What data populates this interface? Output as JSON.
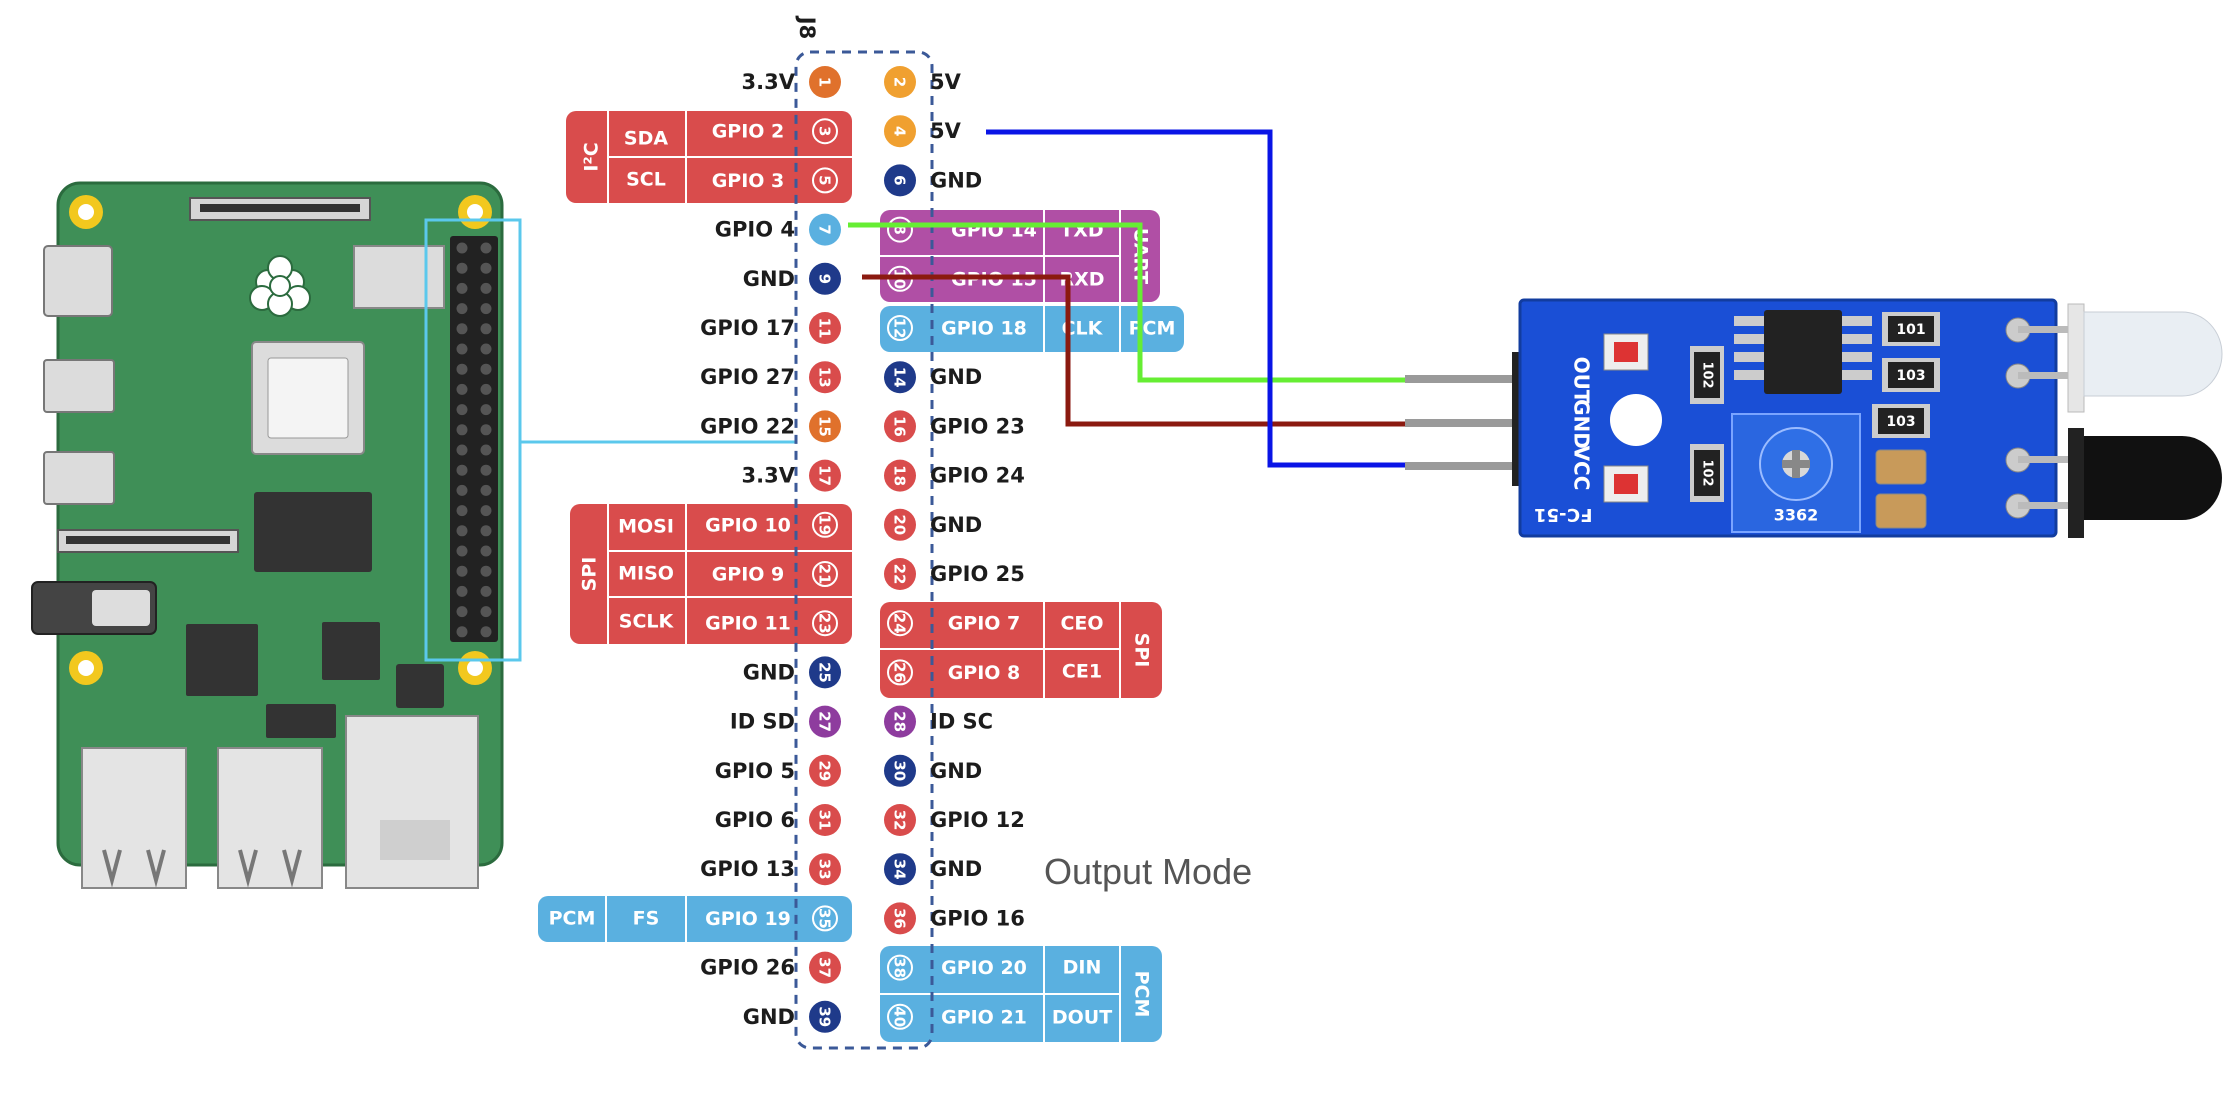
{
  "header": {
    "label": "J8"
  },
  "pins": [
    {
      "n": "1",
      "label": "3.3V",
      "color": "#e0712c"
    },
    {
      "n": "2",
      "label": "5V",
      "color": "#f0a030"
    },
    {
      "n": "3",
      "label": "GPIO 2",
      "color": "#d94c4c",
      "ring": true
    },
    {
      "n": "4",
      "label": "5V",
      "color": "#f0a030"
    },
    {
      "n": "5",
      "label": "GPIO 3",
      "color": "#d94c4c",
      "ring": true
    },
    {
      "n": "6",
      "label": "GND",
      "color": "#1f3a8a"
    },
    {
      "n": "7",
      "label": "GPIO 4",
      "color": "#5ab0e0"
    },
    {
      "n": "8",
      "label": "GPIO 14",
      "color": "#b04fa5",
      "ring": true
    },
    {
      "n": "9",
      "label": "GND",
      "color": "#1f3a8a"
    },
    {
      "n": "10",
      "label": "GPIO 15",
      "color": "#b04fa5",
      "ring": true
    },
    {
      "n": "11",
      "label": "GPIO 17",
      "color": "#d94c4c"
    },
    {
      "n": "12",
      "label": "GPIO 18",
      "color": "#5ab0e0",
      "ring": true
    },
    {
      "n": "13",
      "label": "GPIO 27",
      "color": "#d94c4c"
    },
    {
      "n": "14",
      "label": "GND",
      "color": "#1f3a8a"
    },
    {
      "n": "15",
      "label": "GPIO 22",
      "color": "#e0712c"
    },
    {
      "n": "16",
      "label": "GPIO 23",
      "color": "#d94c4c"
    },
    {
      "n": "17",
      "label": "3.3V",
      "color": "#d94c4c"
    },
    {
      "n": "18",
      "label": "GPIO 24",
      "color": "#d94c4c"
    },
    {
      "n": "19",
      "label": "GPIO 10",
      "color": "#d94c4c",
      "ring": true
    },
    {
      "n": "20",
      "label": "GND",
      "color": "#d94c4c"
    },
    {
      "n": "21",
      "label": "GPIO 9",
      "color": "#d94c4c",
      "ring": true
    },
    {
      "n": "22",
      "label": "GPIO 25",
      "color": "#d94c4c"
    },
    {
      "n": "23",
      "label": "GPIO 11",
      "color": "#d94c4c",
      "ring": true
    },
    {
      "n": "24",
      "label": "GPIO 7",
      "color": "#d94c4c",
      "ring": true
    },
    {
      "n": "25",
      "label": "GND",
      "color": "#1f3a8a"
    },
    {
      "n": "26",
      "label": "GPIO 8",
      "color": "#d94c4c",
      "ring": true
    },
    {
      "n": "27",
      "label": "ID SD",
      "color": "#8e3c9e"
    },
    {
      "n": "28",
      "label": "ID SC",
      "color": "#8e3c9e"
    },
    {
      "n": "29",
      "label": "GPIO 5",
      "color": "#d94c4c"
    },
    {
      "n": "30",
      "label": "GND",
      "color": "#1f3a8a"
    },
    {
      "n": "31",
      "label": "GPIO 6",
      "color": "#d94c4c"
    },
    {
      "n": "32",
      "label": "GPIO 12",
      "color": "#d94c4c"
    },
    {
      "n": "33",
      "label": "GPIO 13",
      "color": "#d94c4c"
    },
    {
      "n": "34",
      "label": "GND",
      "color": "#1f3a8a"
    },
    {
      "n": "35",
      "label": "GPIO 19",
      "color": "#5ab0e0",
      "ring": true
    },
    {
      "n": "36",
      "label": "GPIO 16",
      "color": "#d94c4c"
    },
    {
      "n": "37",
      "label": "GPIO 26",
      "color": "#d94c4c"
    },
    {
      "n": "38",
      "label": "GPIO 20",
      "color": "#5ab0e0",
      "ring": true
    },
    {
      "n": "39",
      "label": "GND",
      "color": "#1f3a8a"
    },
    {
      "n": "40",
      "label": "GPIO 21",
      "color": "#5ab0e0",
      "ring": true
    }
  ],
  "groups": {
    "i2c": {
      "name": "I²C",
      "sda": "SDA",
      "scl": "SCL",
      "color": "#d94c4c"
    },
    "uart": {
      "name": "UART",
      "txd": "TXD",
      "rxd": "RXD",
      "color": "#b04fa5"
    },
    "pcm_clk": {
      "name": "PCM",
      "clk": "CLK",
      "color": "#5ab0e0"
    },
    "spi0": {
      "name": "SPI",
      "mosi": "MOSI",
      "miso": "MISO",
      "sclk": "SCLK",
      "ceo": "CEO",
      "ce1": "CE1",
      "color": "#d94c4c"
    },
    "pcm_fs": {
      "name": "PCM",
      "fs": "FS",
      "color": "#5ab0e0"
    },
    "pcm_data": {
      "name": "PCM",
      "din": "DIN",
      "dout": "DOUT",
      "color": "#5ab0e0"
    }
  },
  "sensor": {
    "pins": [
      "OUT",
      "GND",
      "VCC"
    ],
    "model": "FC-51",
    "pot": "3362",
    "resistors": [
      "101",
      "102",
      "103",
      "103",
      "102"
    ]
  },
  "wires": [
    {
      "from": "7",
      "to": "OUT",
      "color": "#66ee33"
    },
    {
      "from": "9",
      "to": "GND",
      "color": "#8b1a10"
    },
    {
      "from": "4",
      "to": "VCC",
      "color": "#0a14e6"
    }
  ],
  "note": "Output Mode"
}
